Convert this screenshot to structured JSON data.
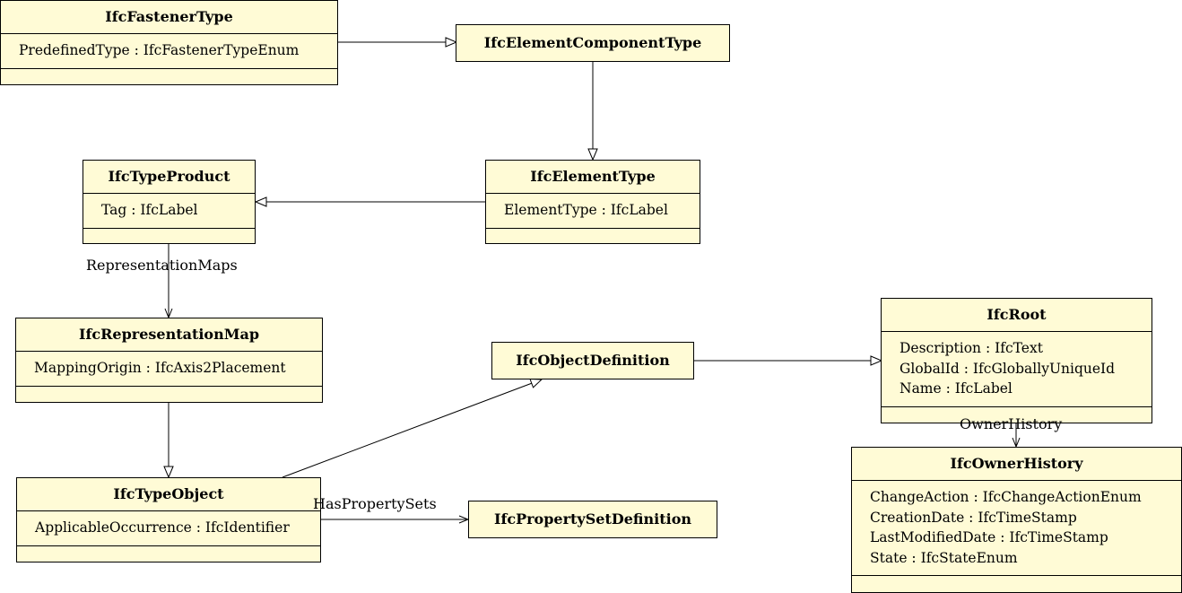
{
  "classes": {
    "fastener_type": {
      "name": "IfcFastenerType",
      "attrs": [
        "PredefinedType : IfcFastenerTypeEnum"
      ]
    },
    "element_component_type": {
      "name": "IfcElementComponentType"
    },
    "type_product": {
      "name": "IfcTypeProduct",
      "attrs": [
        "Tag : IfcLabel"
      ]
    },
    "element_type": {
      "name": "IfcElementType",
      "attrs": [
        "ElementType : IfcLabel"
      ]
    },
    "representation_map": {
      "name": "IfcRepresentationMap",
      "attrs": [
        "MappingOrigin : IfcAxis2Placement"
      ]
    },
    "object_definition": {
      "name": "IfcObjectDefinition"
    },
    "root": {
      "name": "IfcRoot",
      "attrs": [
        "Description : IfcText",
        "GlobalId : IfcGloballyUniqueId",
        "Name : IfcLabel"
      ]
    },
    "type_object": {
      "name": "IfcTypeObject",
      "attrs": [
        "ApplicableOccurrence : IfcIdentifier"
      ]
    },
    "property_set_definition": {
      "name": "IfcPropertySetDefinition"
    },
    "owner_history": {
      "name": "IfcOwnerHistory",
      "attrs": [
        "ChangeAction : IfcChangeActionEnum",
        "CreationDate : IfcTimeStamp",
        "LastModifiedDate : IfcTimeStamp",
        "State : IfcStateEnum"
      ]
    }
  },
  "associations": {
    "representation_maps": "RepresentationMaps",
    "has_property_sets": "HasPropertySets",
    "owner_history": "OwnerHistory"
  },
  "colors": {
    "class_fill": "#fffbd6",
    "line": "#000000"
  }
}
